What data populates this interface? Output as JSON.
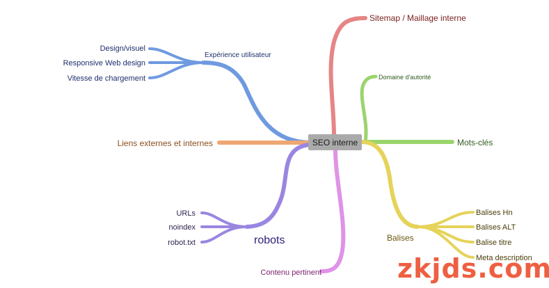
{
  "center": {
    "label": "SEO interne"
  },
  "colors": {
    "blue": "#6f9ae0",
    "orange": "#eea772",
    "purple": "#9a86e0",
    "pink": "#df93e6",
    "red": "#e68585",
    "green": "#9bd46c",
    "yellow": "#e5d35a",
    "center_fill": "#aaaaaa"
  },
  "branches": {
    "ux": {
      "label": "Expérience utilisateur",
      "children": [
        "Design/visuel",
        "Responsive Web design",
        "Vitesse de chargement"
      ]
    },
    "links": {
      "label": "Liens externes et internes"
    },
    "robots": {
      "label": "robots",
      "children": [
        "URLs",
        "noindex",
        "robot.txt"
      ]
    },
    "content": {
      "label": "Contenu pertinent"
    },
    "sitemap": {
      "label": "Sitemap / Maillage interne"
    },
    "authority": {
      "label": "Domaine d'autorité"
    },
    "keywords": {
      "label": "Mots-clés"
    },
    "tags": {
      "label": "Balises",
      "children": [
        "Balises Hn",
        "Balises ALT",
        "Balise titre",
        "Meta description"
      ]
    }
  },
  "watermark": {
    "text": "zkjds.com"
  }
}
